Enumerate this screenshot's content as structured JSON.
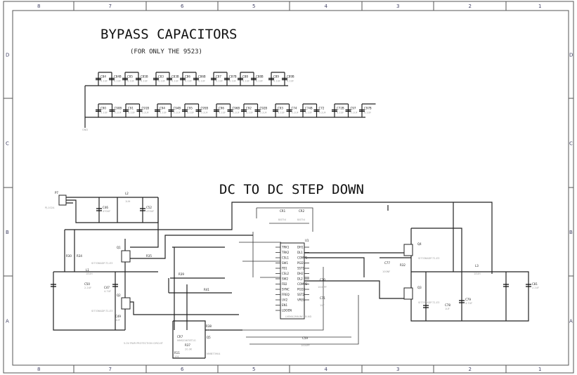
{
  "title": "BYPASS CAPACITORS",
  "subtitle": "(FOR ONLY THE 9523)",
  "section_title": "DC TO DC STEP DOWN",
  "frame": {
    "columns": [
      "8",
      "7",
      "6",
      "5",
      "4",
      "3",
      "2",
      "1"
    ],
    "rows": [
      "D",
      "C",
      "B",
      "A"
    ]
  },
  "bypass": {
    "row1": [
      {
        "ref": "C84",
        "val": "0.1UF"
      },
      {
        "ref": "C84B",
        "val": "0.1UF"
      },
      {
        "ref": "C85",
        "val": "0.1UF"
      },
      {
        "ref": "C85B",
        "val": "0.1UF"
      },
      {
        "ref": "C83",
        "val": "0.1UF"
      },
      {
        "ref": "C83B",
        "val": "0.1UF"
      },
      {
        "ref": "C86",
        "val": "0.1UF"
      },
      {
        "ref": "C86B",
        "val": "0.1UF"
      },
      {
        "ref": "C87",
        "val": "0.1UF"
      },
      {
        "ref": "C87B",
        "val": "0.1UF"
      },
      {
        "ref": "C88",
        "val": "0.1UF"
      },
      {
        "ref": "C88B",
        "val": "0.1UF"
      },
      {
        "ref": "C89",
        "val": "0.1UF"
      },
      {
        "ref": "C89B",
        "val": "0.1UF"
      }
    ],
    "row2": [
      {
        "ref": "C90",
        "val": "0.1UF"
      },
      {
        "ref": "C90B",
        "val": "0.1UF"
      },
      {
        "ref": "C91",
        "val": "0.1UF"
      },
      {
        "ref": "C91B",
        "val": "0.1UF"
      },
      {
        "ref": "C94",
        "val": "0.1UF"
      },
      {
        "ref": "C94B",
        "val": "0.1UF"
      },
      {
        "ref": "C95",
        "val": "0.1UF"
      },
      {
        "ref": "C95B",
        "val": "0.1UF"
      },
      {
        "ref": "C96",
        "val": "0.1UF"
      },
      {
        "ref": "C96B",
        "val": "0.1UF"
      },
      {
        "ref": "C92",
        "val": "0.1UF"
      },
      {
        "ref": "C92B",
        "val": "0.1UF"
      },
      {
        "ref": "C93",
        "val": "0.1UF"
      },
      {
        "ref": "C74",
        "val": "0.1UF"
      },
      {
        "ref": "C74B",
        "val": "0.1UF"
      },
      {
        "ref": "C72",
        "val": "0.1UF"
      },
      {
        "ref": "C72B",
        "val": "0.1UF"
      },
      {
        "ref": "C97",
        "val": "0.1UF"
      },
      {
        "ref": "C97B",
        "val": "0.1UF"
      }
    ]
  },
  "parts": {
    "p7": "P7",
    "p7_val": "PJ-102A",
    "l2": "L2",
    "l2_val": "1UH",
    "c46": "C46",
    "c46_val": "470UF",
    "c52": "C52",
    "c52_val": "470UF",
    "q1": "Q1",
    "q1_val": "SI7336ADP-T1-E3",
    "q2": "Q2",
    "q2_val": "SI7336ADP-T1-E3",
    "l1": "L1",
    "l1_val": "10UH",
    "c50": "C50",
    "c50_val": "2.2UF",
    "c47": "C47",
    "c47_val": "4.7UF",
    "c49": "C49",
    "c49_val": "1UF",
    "r30": "R30",
    "r34": "R34",
    "r35": "R35",
    "r39": "R39",
    "r41": "R41",
    "cr7": "CR7",
    "cr7_val": "MMSZ4678T1G",
    "q5": "Q5",
    "q5_val": "MMBT3904",
    "r37": "R37",
    "r37_val": "20.0K",
    "r11": "R11",
    "r11_val": "10K",
    "r38": "R38",
    "r38_val": "10K",
    "note": "5.0V PWR PROTECTION CIRCUIT",
    "u1": "U1",
    "u1_val": "LM5642MH/NOPB-ND",
    "cr1": "CR1",
    "cr1_val": "BAT54",
    "cr2": "CR2",
    "cr2_val": "BAT54",
    "q3": "Q3",
    "q3_val": "SI7336ADP-T1-E3",
    "q4": "Q4",
    "q4_val": "SI7336ADP-T1-E3",
    "l3": "L3",
    "l3_val": "10UH",
    "c77": "C77",
    "c77_val": "100NF",
    "r32": "R32",
    "c78": "C78",
    "c78_val": "1UF",
    "c79": "C79",
    "c79_val": "4.7UF",
    "c81": "C81",
    "c81_val": "2.2UF",
    "c70": "C70",
    "c70_val": "1000PF",
    "c71": "C71",
    "c71_val": "1UF",
    "c59": "C59",
    "c59_val": "1000PF"
  },
  "u1_pins_left": [
    "TRK1",
    "TRK2",
    "CSL1",
    "SW1",
    "FB1",
    "CSL2",
    "SW2",
    "FB2",
    "SYNC",
    "FREQ",
    "UV2",
    "EN1",
    "LDOEN"
  ],
  "u1_pins_right": [
    "DH1",
    "DL1",
    "COMP1",
    "PGD1",
    "SST1",
    "DH2",
    "DL2",
    "COMP2",
    "PGD2",
    "SST2",
    "VREG"
  ]
}
